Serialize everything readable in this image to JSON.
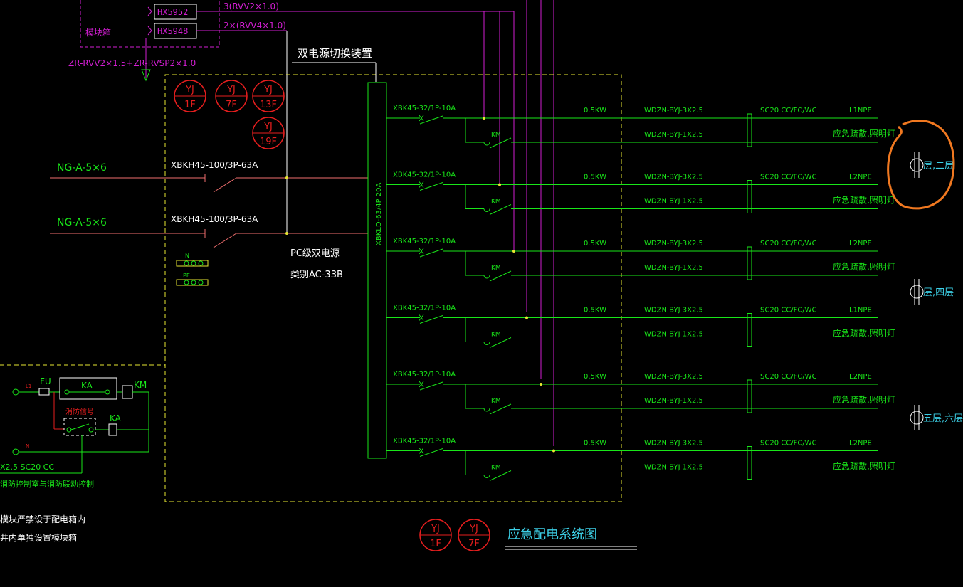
{
  "colors": {
    "background": "#000000",
    "green": "#19e619",
    "magenta": "#d21ed2",
    "yellow": "#e6e632",
    "white": "#ffffff",
    "red": "#e61e1e",
    "cyan": "#3ccfe6",
    "orange": "#f07820",
    "pink": "#f06e6e"
  },
  "top_left": {
    "module_box_label": "模块箱",
    "module_hx1": "HX5952",
    "module_hx2": "HX5948",
    "cable1": "3(RVV2×1.0)",
    "cable2": "2×(RVV4×1.0)",
    "cable_main": "ZR-RVV2×1.5+ZR-RVSP2×1.0"
  },
  "switch_device_title": "双电源切换装置",
  "yj_badges": [
    {
      "top": "YJ",
      "bottom": "1F"
    },
    {
      "top": "YJ",
      "bottom": "7F"
    },
    {
      "top": "YJ",
      "bottom": "13F"
    },
    {
      "top": "YJ",
      "bottom": "19F"
    }
  ],
  "incoming": {
    "line1_label": "NG-A-5×6",
    "line2_label": "NG-A-5×6",
    "breaker1": "XBKH45-100/3P-63A",
    "breaker2": "XBKH45-100/3P-63A",
    "n_label": "N",
    "pe_label": "PE",
    "pc_label": "PC级双电源",
    "pc_type": "类别AC-33B",
    "ats_label": "XBKLD-63/4P 20A"
  },
  "circuits": [
    {
      "breaker": "XBK45-32/1P-10A",
      "km": "KM",
      "power": "0.5KW",
      "cable1": "WDZN-BYJ-3X2.5",
      "cable2": "WDZN-BYJ-1X2.5",
      "conduit": "SC20  CC/FC/WC",
      "phase": "L1NPE",
      "usage": "应急疏散,照明灯"
    },
    {
      "breaker": "XBK45-32/1P-10A",
      "km": "KM",
      "power": "0.5KW",
      "cable1": "WDZN-BYJ-3X2.5",
      "cable2": "WDZN-BYJ-1X2.5",
      "conduit": "SC20  CC/FC/WC",
      "phase": "L2NPE",
      "usage": "应急疏散,照明灯"
    },
    {
      "breaker": "XBK45-32/1P-10A",
      "km": "KM",
      "power": "0.5KW",
      "cable1": "WDZN-BYJ-3X2.5",
      "cable2": "WDZN-BYJ-1X2.5",
      "conduit": "SC20  CC/FC/WC",
      "phase": "L2NPE",
      "usage": "应急疏散,照明灯"
    },
    {
      "breaker": "XBK45-32/1P-10A",
      "km": "KM",
      "power": "0.5KW",
      "cable1": "WDZN-BYJ-3X2.5",
      "cable2": "WDZN-BYJ-1X2.5",
      "conduit": "SC20  CC/FC/WC",
      "phase": "L1NPE",
      "usage": "应急疏散,照明灯"
    },
    {
      "breaker": "XBK45-32/1P-10A",
      "km": "KM",
      "power": "0.5KW",
      "cable1": "WDZN-BYJ-3X2.5",
      "cable2": "WDZN-BYJ-1X2.5",
      "conduit": "SC20  CC/FC/WC",
      "phase": "L2NPE",
      "usage": "应急疏散,照明灯"
    },
    {
      "breaker": "XBK45-32/1P-10A",
      "km": "KM",
      "power": "0.5KW",
      "cable1": "WDZN-BYJ-3X2.5",
      "cable2": "WDZN-BYJ-1X2.5",
      "conduit": "SC20  CC/FC/WC",
      "phase": "L2NPE",
      "usage": "应急疏散,照明灯"
    }
  ],
  "floor_labels": [
    {
      "text": "层,二层"
    },
    {
      "text": "层,四层"
    },
    {
      "text": "五层,六层"
    }
  ],
  "control": {
    "l1": "L1",
    "fu": "FU",
    "ka1": "KA",
    "km": "KM",
    "fire_signal": "消防信号",
    "ka2": "KA",
    "n": "N",
    "cable": "X2.5 SC20 CC",
    "note": "消防控制室与消防联动控制"
  },
  "notes": {
    "line1": "模块严禁设于配电箱内",
    "line2": "井内单独设置模块箱"
  },
  "bottom_badges": [
    {
      "top": "YJ",
      "bottom": "1F"
    },
    {
      "top": "YJ",
      "bottom": "7F"
    }
  ],
  "diagram_title": "应急配电系统图"
}
